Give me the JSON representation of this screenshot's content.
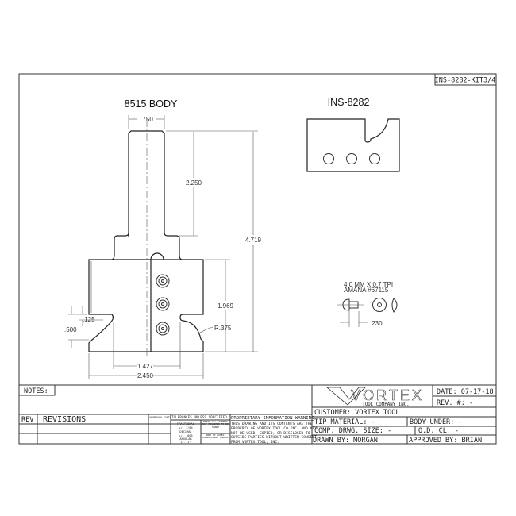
{
  "drawing_number": "INS-8282-KIT3/4",
  "body_view": {
    "title": "8515 BODY",
    "dimensions": {
      "shank_diameter": ".750",
      "shank_length": "2.250",
      "overall_length": "4.719",
      "body_height": "1.969",
      "inner_width": "1.427",
      "overall_width": "2.450",
      "radius": "R.375",
      "step": ".125",
      "tip_height": ".500"
    }
  },
  "insert_view": {
    "title": "INS-8282",
    "holes": 3
  },
  "screw_detail": {
    "spec_line1": "4.0 MM X 0.7 TPI",
    "spec_line2": "AMANA #67115",
    "dimension": ".230"
  },
  "title_block": {
    "notes_label": "NOTES:",
    "rev_label": "REV",
    "revisions_label": "REVISIONS",
    "approval_date_label": "APPROVAL DATE:",
    "tolerances_header": "TOLERANCES UNLESS SPECIFIED",
    "tol_fractional": "FRACTIONAL",
    "tol_fractional_value": "+/- 1/64",
    "tol_decimal": "DECIMAL",
    "tol_decimal_value": "+/- .005",
    "tol_angular": "ANGULAR",
    "tol_angular_value": "+/- 1°",
    "break_corners": "BREAK ALL CORNERS NOT REQUIRED TO BE SHARP",
    "work_to_latest": "WORK TO LATEST ENGINEERING CHANGE",
    "proprietary_header": "PROPRIETARY INFORMATION WARNING",
    "proprietary_lines": [
      "THIS DRAWING AND ITS CONTENTS ARE THE",
      "PROPERTY OF VORTEX TOOL CO INC. AND MAY",
      "NOT BE USED, COPIED, OR DISCLOSED TO",
      "OUTSIDE PARTIES WITHOUT WRITTEN CONSENT",
      "FROM VORTEX TOOL, INC."
    ],
    "logo_text": "VORTEX",
    "logo_sub": "TOOL COMPANY INC.",
    "date": "DATE: 07-17-18",
    "rev_no": "REV. #: -",
    "customer": "CUSTOMER: VORTEX TOOL",
    "tip_material": "TIP MATERIAL: -",
    "body_under": "BODY UNDER: -",
    "comp_drwg_size": "COMP. DRWG. SIZE: -",
    "od_cl": "O.D. CL. -",
    "drawn_by": "DRAWN BY: MORGAN",
    "approved_by": "APPROVED BY: BRIAN"
  }
}
